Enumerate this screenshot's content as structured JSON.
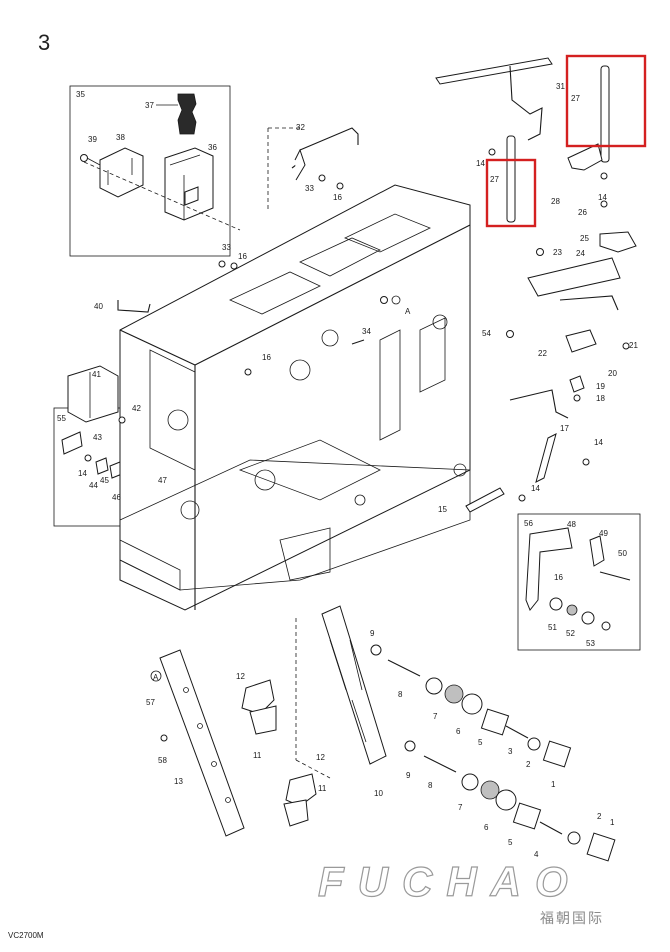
{
  "page_number": "3",
  "figure_code": "VC2700M",
  "watermark": {
    "brand": "FUCHAO",
    "subtitle": "福朝国际"
  },
  "highlight_color": "#d42020",
  "inset_labels": {
    "top_left": "35",
    "left": "55",
    "right": "56"
  },
  "callouts": [
    "37",
    "39",
    "38",
    "36",
    "32",
    "33",
    "16",
    "33",
    "16",
    "40",
    "34",
    "16",
    "41",
    "42",
    "43",
    "14",
    "44",
    "45",
    "46",
    "47",
    "31",
    "27",
    "14",
    "27",
    "28",
    "14",
    "26",
    "25",
    "23",
    "24",
    "A",
    "54",
    "22",
    "21",
    "20",
    "19",
    "18",
    "17",
    "14",
    "14",
    "15",
    "48",
    "49",
    "50",
    "16",
    "51",
    "52",
    "53",
    "9",
    "8",
    "7",
    "6",
    "5",
    "3",
    "2",
    "1",
    "9",
    "8",
    "7",
    "6",
    "5",
    "4",
    "2",
    "1",
    "10",
    "12",
    "11",
    "12",
    "11",
    "A",
    "57",
    "58",
    "13"
  ]
}
